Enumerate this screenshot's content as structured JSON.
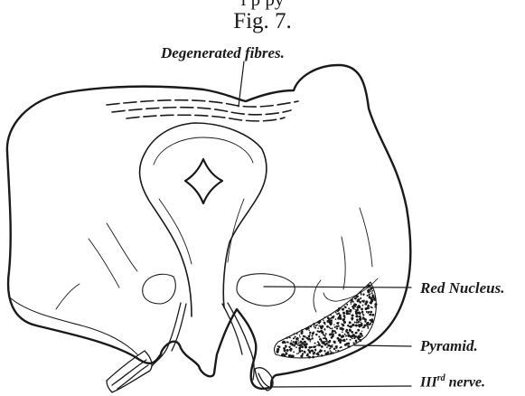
{
  "figure": {
    "top_note": "ſ  p  py",
    "title": "Fig. 7.",
    "labels": {
      "degenerated_fibres": "Degenerated fibres.",
      "red_nucleus": "Red Nucleus.",
      "pyramid": "Pyramid.",
      "nerve_roman": "III",
      "nerve_sup": "rd",
      "nerve_suffix": " nerve."
    }
  },
  "colors": {
    "ink": "#1a1a1a",
    "paper": "#ffffff"
  }
}
